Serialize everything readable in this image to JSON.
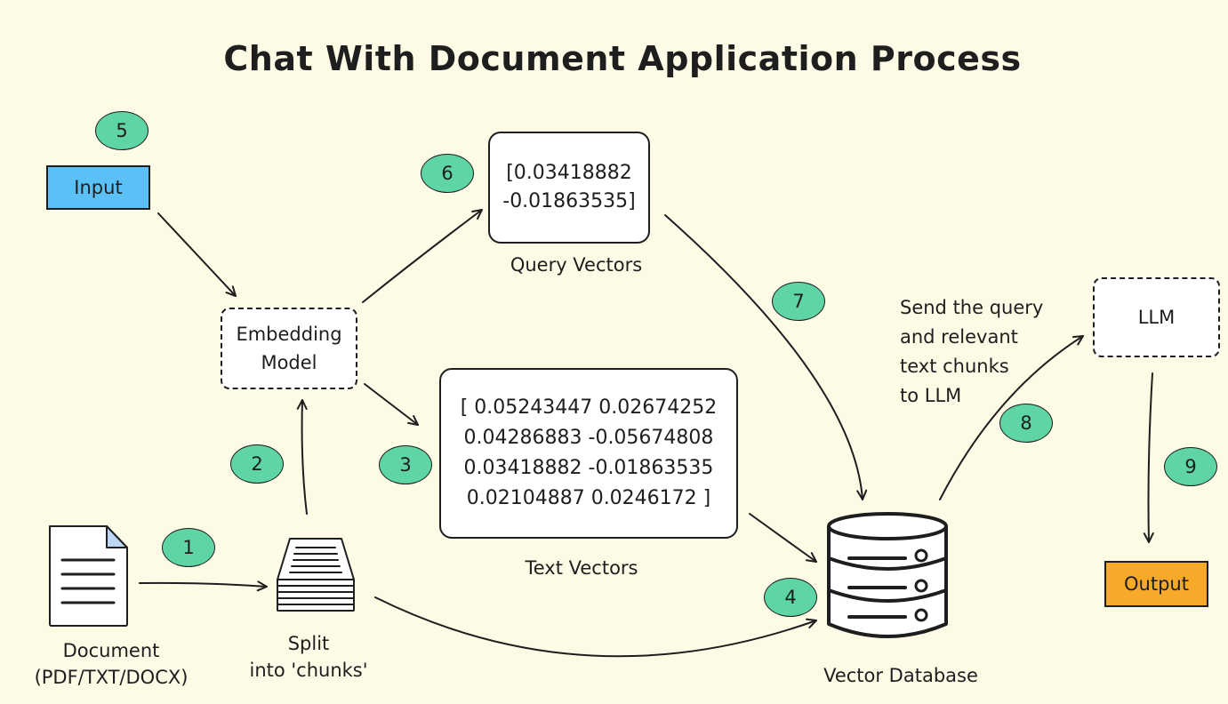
{
  "title": "Chat With Document Application Process",
  "colors": {
    "background": "#fdfbe6",
    "badge": "#5fd4a4",
    "input": "#5bc0f5",
    "output": "#f7a929",
    "stroke": "#1e1e1e"
  },
  "nodes": {
    "input": "Input",
    "embedding_model": "Embedding\nModel",
    "query_vectors_value": "[0.03418882\n-0.01863535]",
    "query_vectors_label": "Query Vectors",
    "text_vectors_value": "[ 0.05243447 0.02674252\n0.04286883 -0.05674808\n0.03418882 -0.01863535\n0.02104887 0.0246172 ]",
    "text_vectors_label": "Text Vectors",
    "document_label": "Document\n(PDF/TXT/DOCX)",
    "split_label": "Split\ninto 'chunks'",
    "vector_db_label": "Vector Database",
    "llm": "LLM",
    "output": "Output",
    "send_note": "Send the query\nand relevant\ntext chunks\nto LLM"
  },
  "steps": [
    "1",
    "2",
    "3",
    "4",
    "5",
    "6",
    "7",
    "8",
    "9"
  ],
  "icons": [
    "document-icon",
    "stacked-pages-icon",
    "database-icon"
  ]
}
